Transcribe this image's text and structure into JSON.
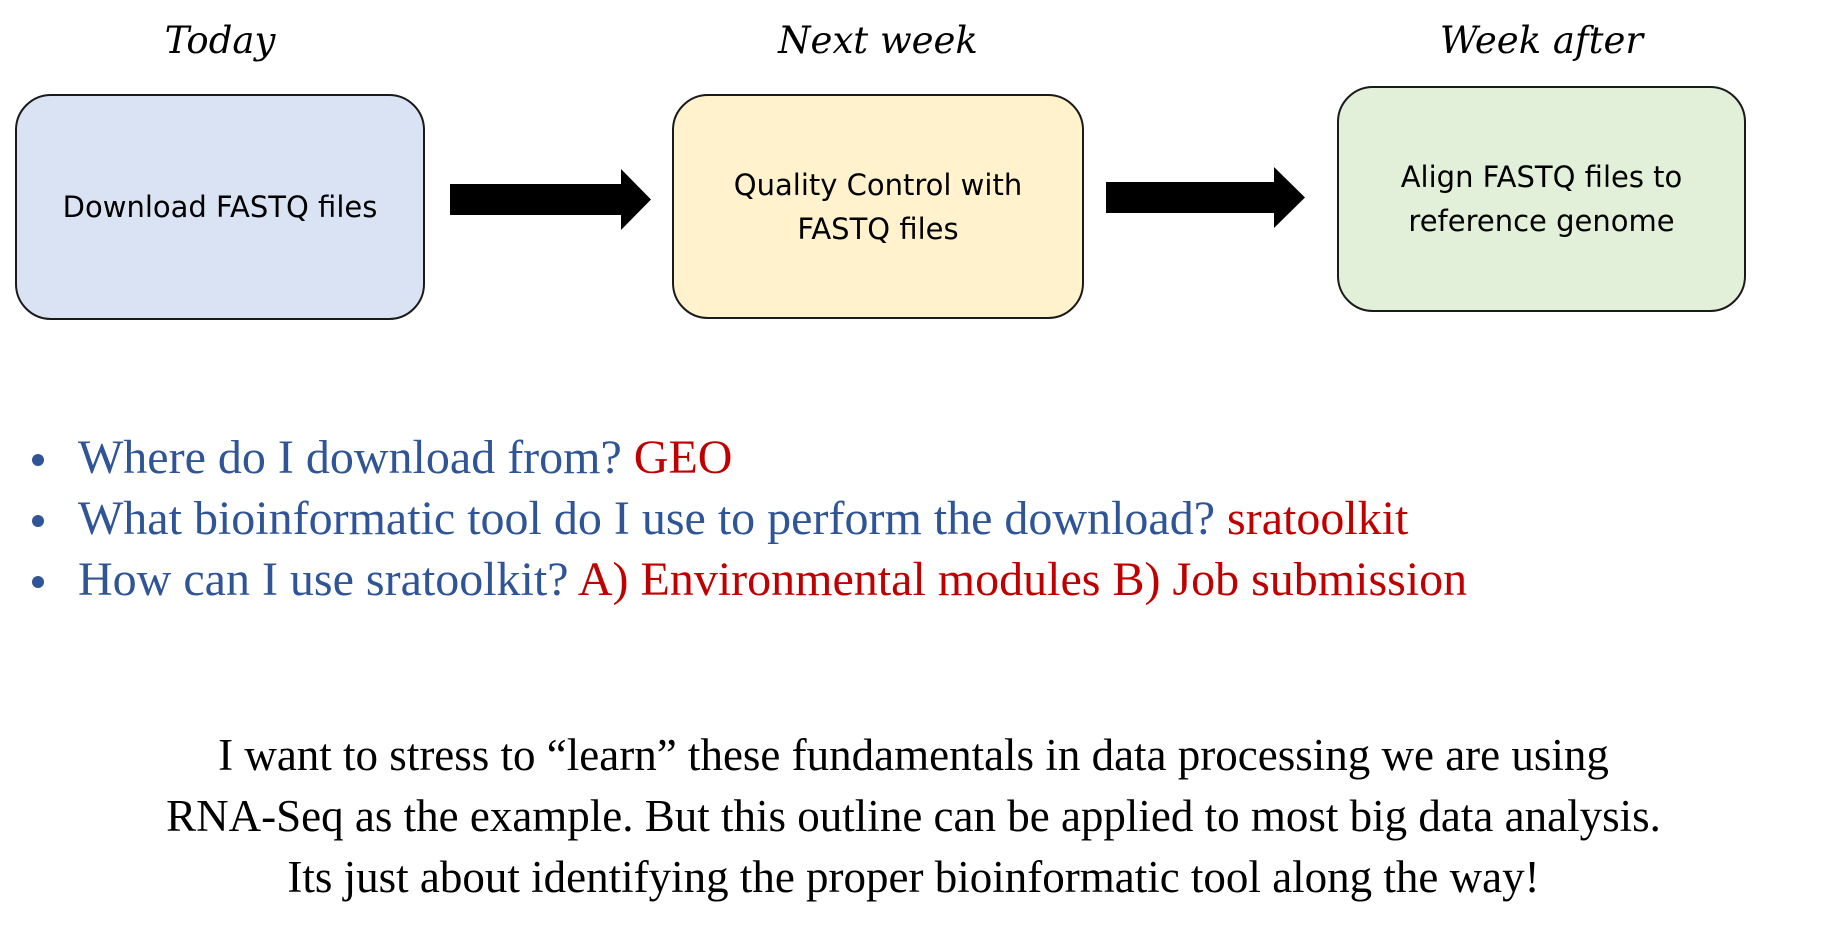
{
  "diagram": {
    "stages": [
      {
        "header": "Today",
        "lines": [
          "Download FASTQ files"
        ],
        "fill": "#DAE3F3"
      },
      {
        "header": "Next week",
        "lines": [
          "Quality Control with",
          "FASTQ files"
        ],
        "fill": "#FFF2CC"
      },
      {
        "header": "Week after",
        "lines": [
          "Align FASTQ files to",
          "reference genome"
        ],
        "fill": "#E2F0D9"
      }
    ],
    "arrow_color": "#000000",
    "box_border_color": "#1A1A1A"
  },
  "bullets": {
    "question_color": "#2F5597",
    "answer_color": "#C00000",
    "items": [
      {
        "question": "Where do I download from? ",
        "answer": "GEO"
      },
      {
        "question": "What bioinformatic tool do I use to perform the download? ",
        "answer": "sratoolkit"
      },
      {
        "question": "How can I use sratoolkit? ",
        "answer": "A) Environmental modules B) Job submission"
      }
    ]
  },
  "closing": {
    "lines": [
      "I want to stress to “learn” these fundamentals in data processing we are using",
      "RNA-Seq as the example. But this outline can be applied to most big data analysis.",
      "Its just about identifying the proper bioinformatic tool along the way!"
    ]
  }
}
